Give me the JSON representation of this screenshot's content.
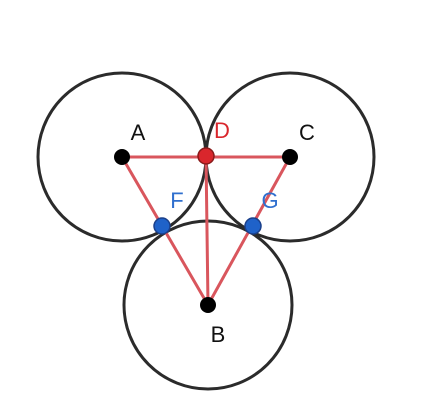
{
  "points": [
    {
      "id": "A",
      "label": "A",
      "label_color": "#111111",
      "dot_color": "#000000"
    },
    {
      "id": "C",
      "label": "C",
      "label_color": "#111111",
      "dot_color": "#000000"
    },
    {
      "id": "B",
      "label": "B",
      "label_color": "#111111",
      "dot_color": "#000000"
    },
    {
      "id": "D",
      "label": "D",
      "label_color": "#d9262c",
      "dot_color": "#d9262c"
    },
    {
      "id": "F",
      "label": "F",
      "label_color": "#2f6fce",
      "dot_color": "#1f62c9"
    },
    {
      "id": "G",
      "label": "G",
      "label_color": "#2f6fce",
      "dot_color": "#1f62c9"
    }
  ],
  "circles": [
    {
      "center": "A"
    },
    {
      "center": "C"
    },
    {
      "center": "B"
    }
  ],
  "segments": [
    [
      "A",
      "C"
    ],
    [
      "A",
      "B"
    ],
    [
      "C",
      "B"
    ],
    [
      "D",
      "B"
    ]
  ],
  "colors": {
    "circle_stroke": "#2b2b2b",
    "segment_stroke": "#d9565d"
  }
}
